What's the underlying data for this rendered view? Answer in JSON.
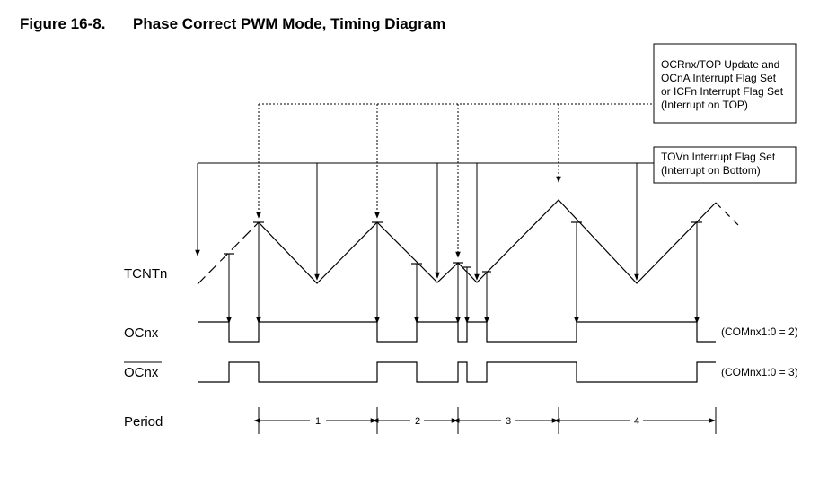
{
  "figure": {
    "number": "Figure 16-8.",
    "title": "Phase Correct PWM Mode, Timing Diagram"
  },
  "callouts": {
    "top_update": [
      "OCRnx/TOP Update and",
      "OCnA Interrupt Flag Set",
      "or ICFn Interrupt Flag Set",
      "(Interrupt on TOP)"
    ],
    "bottom_overflow": [
      "TOVn Interrupt Flag Set",
      "(Interrupt on Bottom)"
    ]
  },
  "signals": {
    "tcnt": "TCNTn",
    "ocnx": "OCnx",
    "ocnx_inverted": "OCnx",
    "period": "Period"
  },
  "modes": {
    "non_inverted": "(COMnx1:0 = 2)",
    "inverted": "(COMnx1:0 = 3)"
  },
  "periods": [
    "1",
    "2",
    "3",
    "4"
  ]
}
